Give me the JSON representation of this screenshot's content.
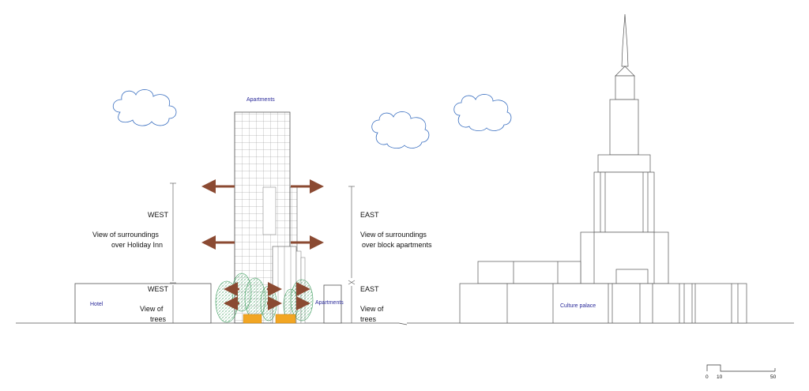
{
  "labels": {
    "apartments_top": "Apartments",
    "hotel": "Hotel",
    "apartments_small": "Apartments",
    "culture_palace": "Culture palace",
    "west_upper": "WEST",
    "west_upper_desc_1": "View of surroundings",
    "west_upper_desc_2": "over  Holiday Inn",
    "east_upper": "EAST",
    "east_upper_desc_1": "View of surroundings",
    "east_upper_desc_2": "over block apartments",
    "west_lower": "WEST",
    "west_lower_desc_1": "View of",
    "west_lower_desc_2": "trees",
    "east_lower": "EAST",
    "east_lower_desc_1": "View of",
    "east_lower_desc_2": "trees"
  },
  "scale_bar": {
    "tick_0": "0",
    "tick_10": "10",
    "tick_50": "50"
  },
  "colors": {
    "arrow": "#8b4a32",
    "label_blue": "#2a2a9a",
    "cloud_stroke": "#3a6fc0",
    "tree_stroke": "#3a9a5a",
    "base_fill": "#f2a623",
    "outline": "#555555"
  }
}
